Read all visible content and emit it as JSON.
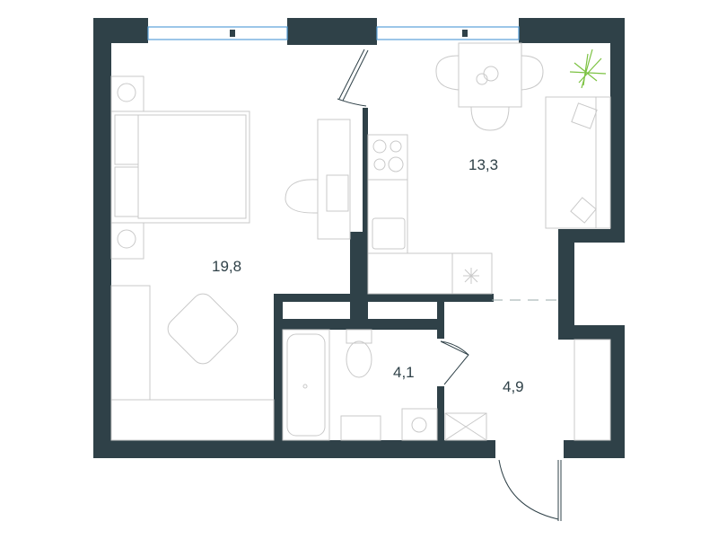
{
  "floor_plan": {
    "rooms": [
      {
        "name": "bedroom-living",
        "area": "19,8"
      },
      {
        "name": "kitchen",
        "area": "13,3"
      },
      {
        "name": "bathroom",
        "area": "4,1"
      },
      {
        "name": "hallway",
        "area": "4,9"
      }
    ],
    "colors": {
      "wall": "#2f4148",
      "window": "#5aa0d8",
      "plant": "#7cc242",
      "furniture": "#c9c9c9"
    }
  }
}
